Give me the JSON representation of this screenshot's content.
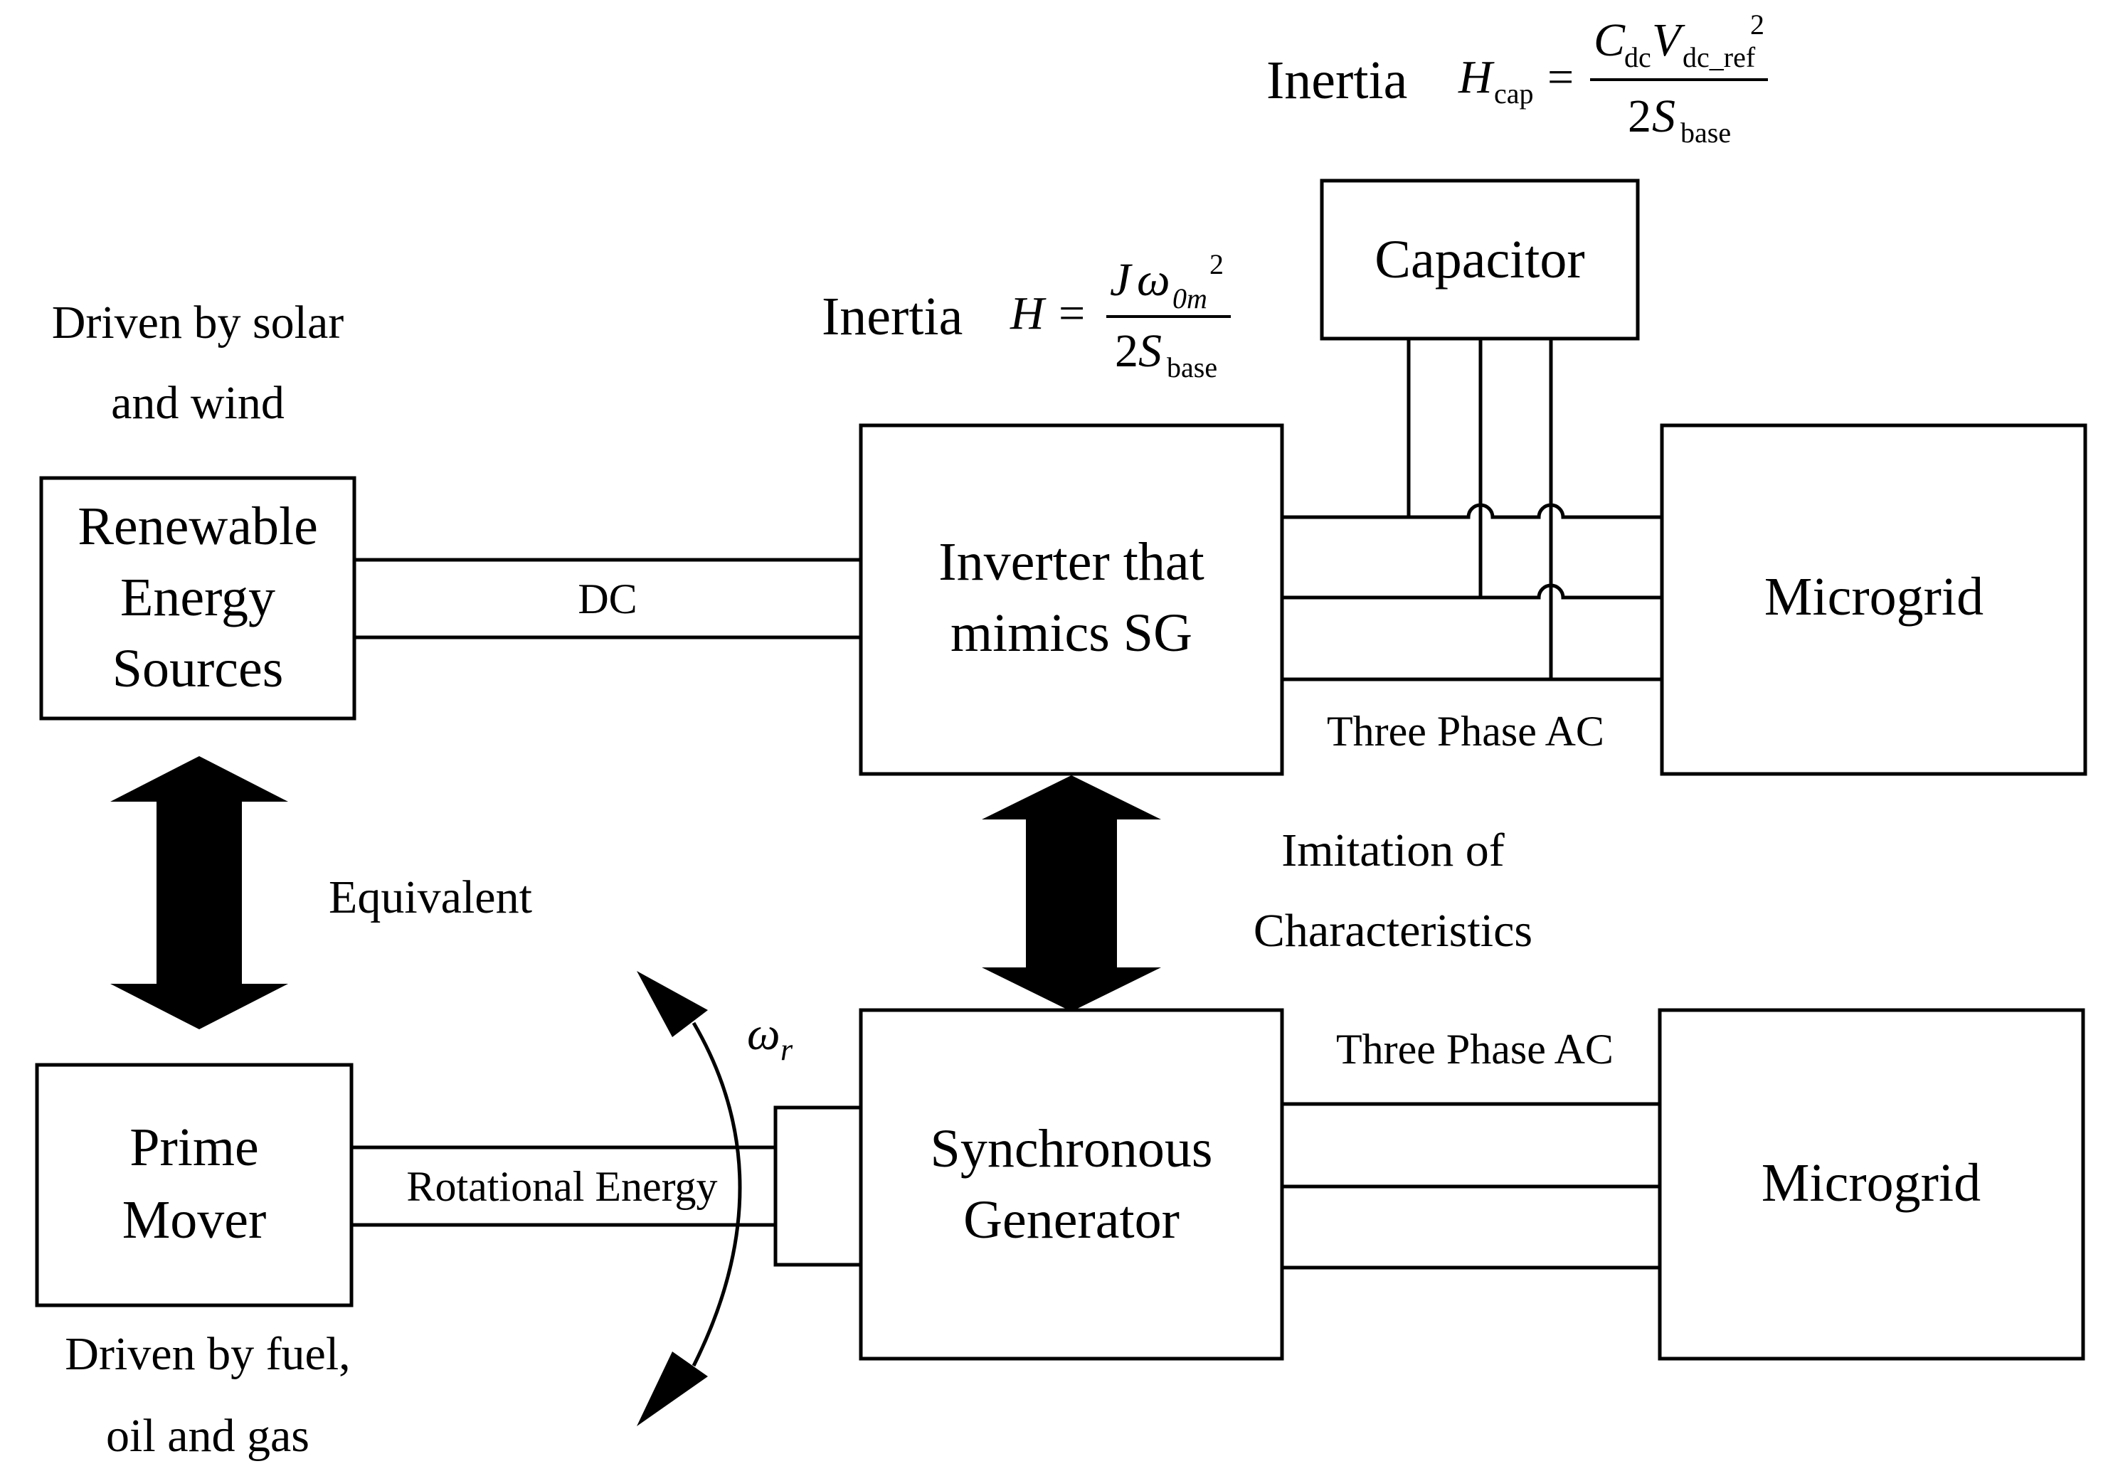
{
  "blocks": {
    "renewable": [
      "Renewable",
      "Energy",
      "Sources"
    ],
    "prime_mover": [
      "Prime",
      "Mover"
    ],
    "inverter": [
      "Inverter that",
      "mimics SG"
    ],
    "sync_gen": [
      "Synchronous",
      "Generator"
    ],
    "capacitor": "Capacitor",
    "microgrid_top": "Microgrid",
    "microgrid_bottom": "Microgrid"
  },
  "notes": {
    "solar_wind": [
      "Driven by solar",
      "and wind"
    ],
    "fuel": [
      "Driven by fuel,",
      "oil and gas"
    ],
    "equivalent": "Equivalent",
    "imitation": [
      "Imitation of",
      "Characteristics"
    ]
  },
  "links": {
    "dc": "DC",
    "rotational": "Rotational Energy",
    "three_phase_top": "Three Phase AC",
    "three_phase_bottom": "Three Phase AC"
  },
  "equations": {
    "inertia_word": "Inertia",
    "h_lhs": "H",
    "eq_sign": "=",
    "h_num_J": "J",
    "h_num_omega": "ω",
    "h_num_sub": "0m",
    "sq": "2",
    "two": "2",
    "S": "S",
    "base": "base",
    "hcap_sub": "cap",
    "C": "C",
    "dc": "dc",
    "V": "V",
    "dc_ref": "dc_ref",
    "omega_r": "ω",
    "omega_r_sub": "r"
  }
}
